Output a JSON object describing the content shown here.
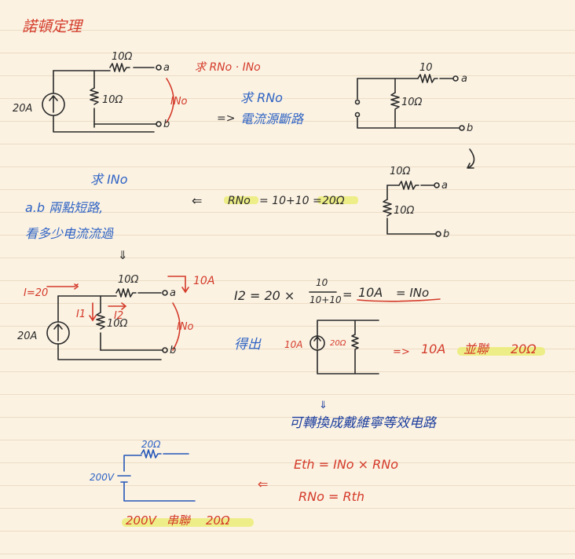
{
  "title": "諾頓定理",
  "colors": {
    "paper": "#fbf2e2",
    "ink": "#2a2a2a",
    "red": "#d43a2a",
    "blue": "#2f63c4",
    "navy": "#1e3f9e",
    "highlight": "#e8ec63"
  },
  "circuit1": {
    "resistor_top": "10Ω",
    "resistor_mid": "10Ω",
    "source": "20A",
    "node_a": "a",
    "node_b": "b",
    "current": "INo"
  },
  "find1": "求 RNo · INo",
  "step_r": {
    "line1": "求 RNo",
    "line2": "電流源斷路",
    "arrow": "=>"
  },
  "circuit2": {
    "resistor_top": "10",
    "resistor_mid": "10Ω",
    "node_a": "a",
    "node_b": "b"
  },
  "circuit3": {
    "resistor_top": "10Ω",
    "resistor_mid": "10Ω",
    "node_a": "a",
    "node_b": "b"
  },
  "rno_calc": {
    "arrow": "⇐",
    "label": "RNo",
    "expr": "= 10+10 =",
    "result": "20Ω"
  },
  "step_i": {
    "line1": "求 INo",
    "line2": "a.b 兩點短路,",
    "line3": "看多少电流流過",
    "arrow": "⇓"
  },
  "circuit4": {
    "i_total": "I=20",
    "resistor_top": "10Ω",
    "resistor_mid": "10Ω",
    "source": "20A",
    "i1": "I1",
    "i2": "I2",
    "node_a": "a",
    "node_b": "b",
    "current": "INo",
    "short_current": "10A"
  },
  "i2_calc": {
    "lhs": "I2 = 20 ×",
    "num": "10",
    "den": "10+10",
    "eq": "=",
    "result": "10A",
    "rhs": "= INo"
  },
  "result": {
    "label": "得出",
    "source": "10A",
    "resistor": "20Ω",
    "arrow": "=>",
    "text1": "10A",
    "text2": "並聯",
    "text3": "20Ω"
  },
  "thevenin": {
    "heading": "可轉換成戴維寧等效电路",
    "caret": "⇓",
    "eq1": "Eth = INo × RNo",
    "eq2": "RNo = Rth",
    "arrow": "⇐"
  },
  "circuit5": {
    "resistor": "20Ω",
    "source": "200V",
    "caption1": "200V",
    "caption2": "串聯",
    "caption3": "20Ω"
  }
}
